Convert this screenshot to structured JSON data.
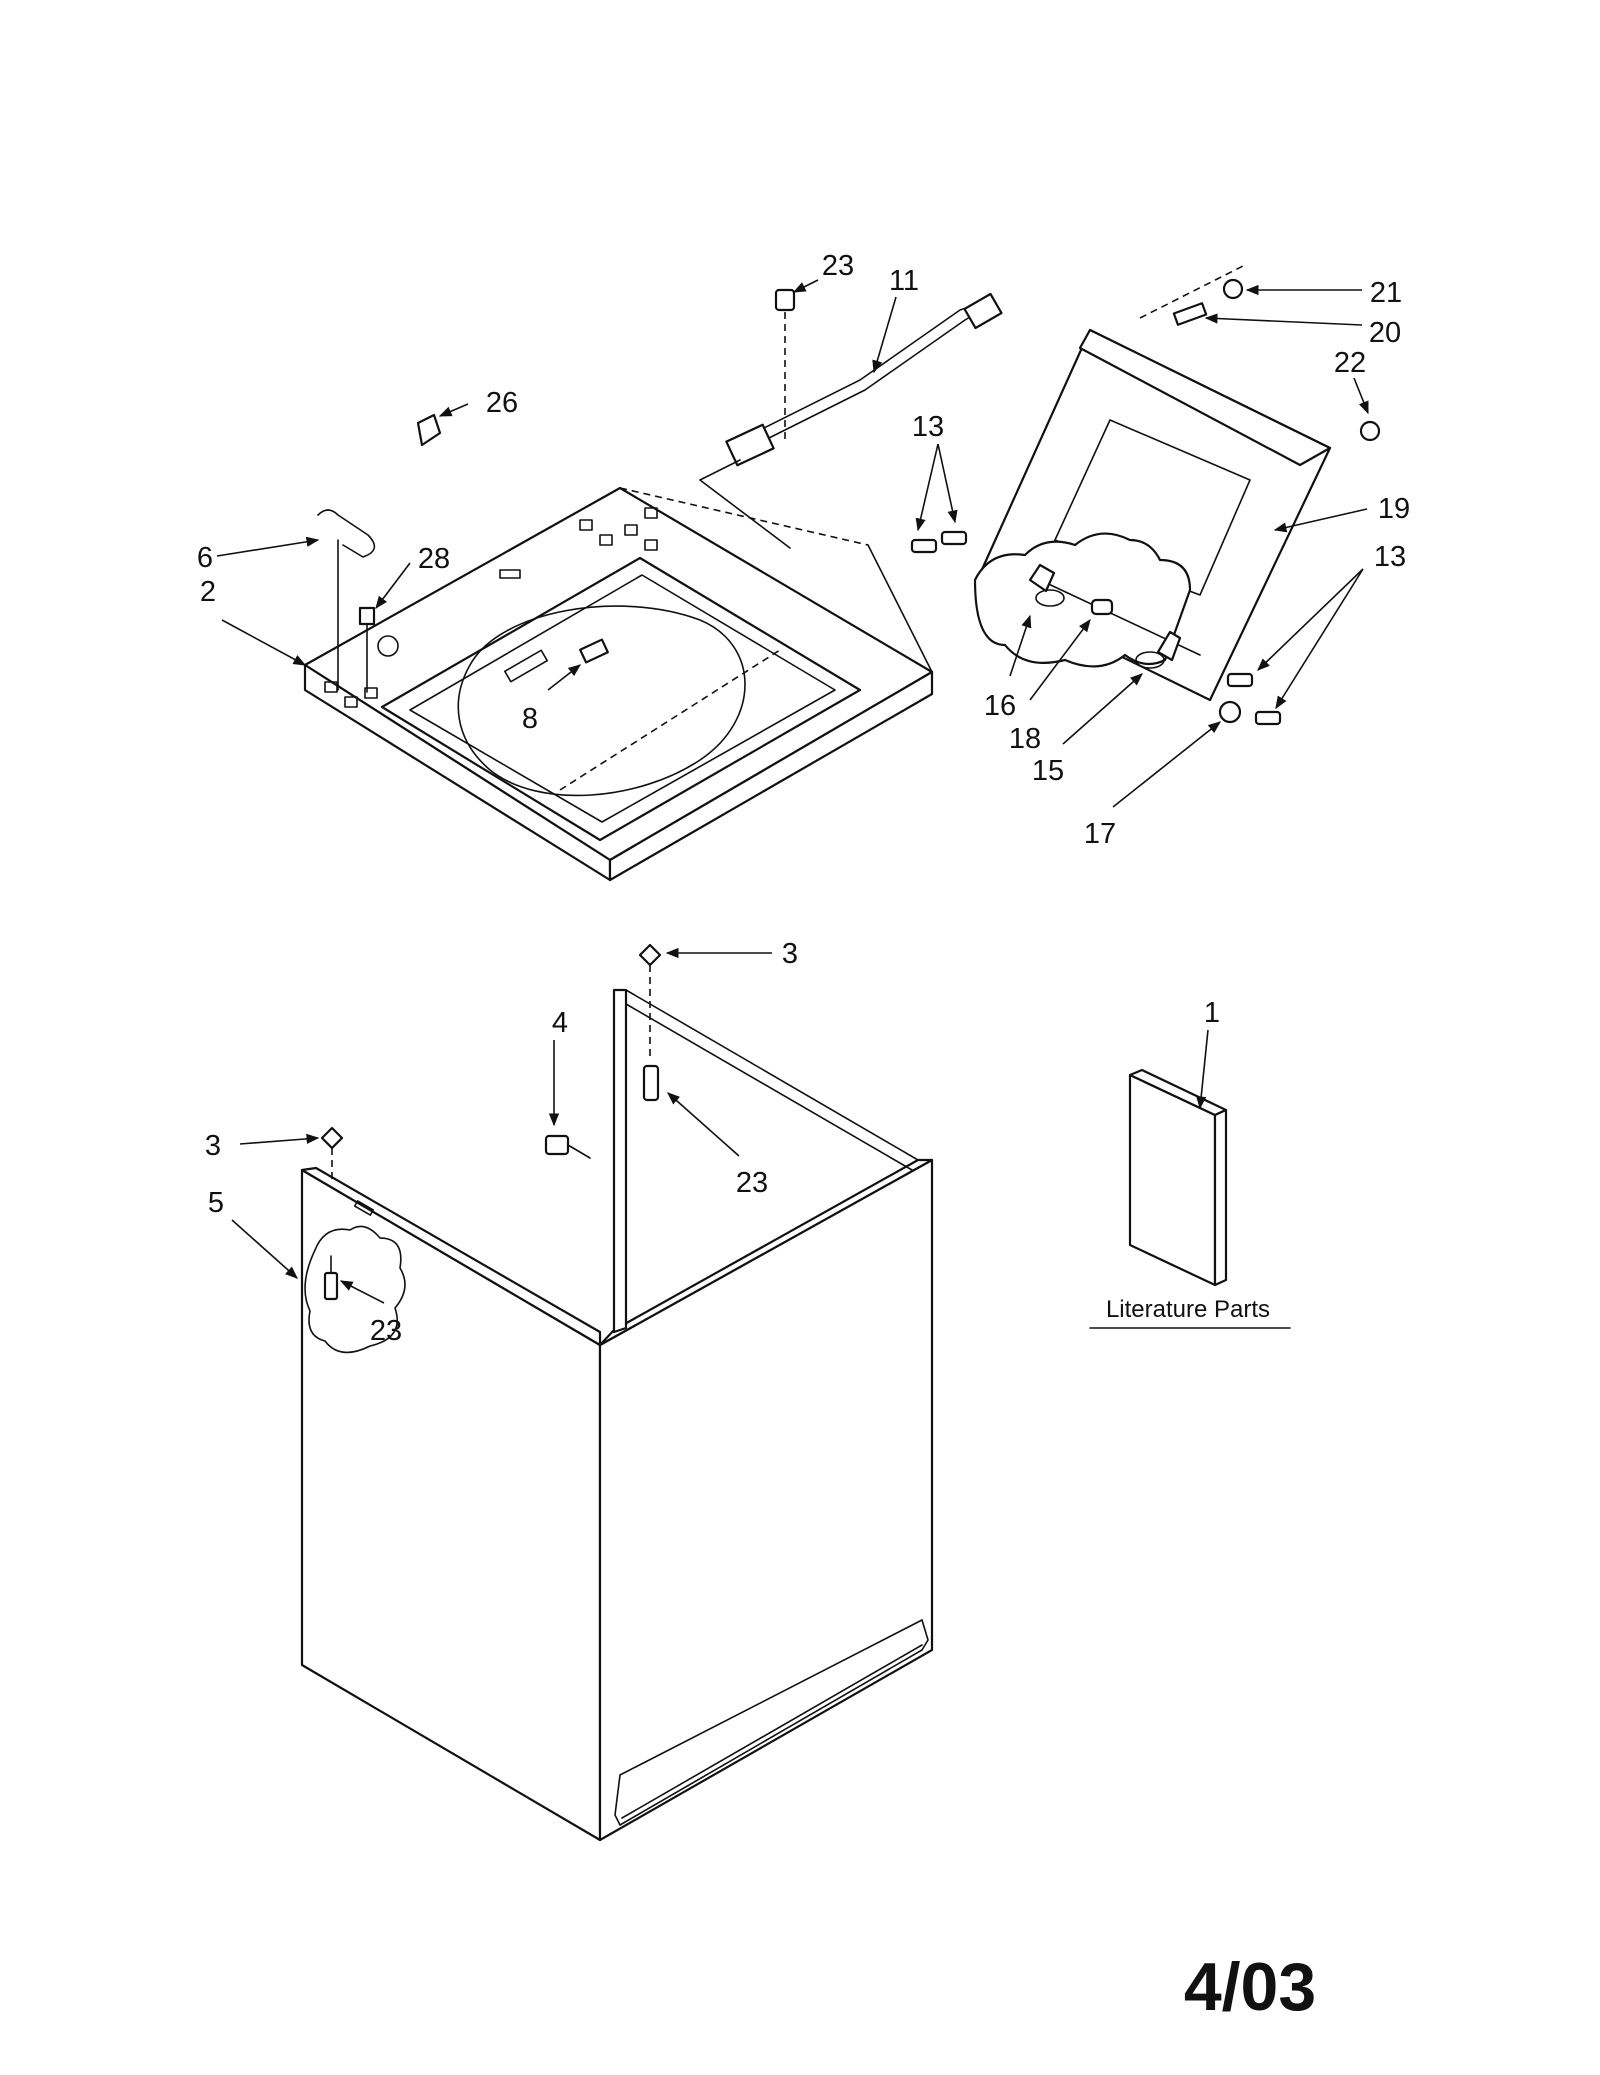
{
  "callouts": {
    "c1": "1",
    "c2": "2",
    "c3a": "3",
    "c3b": "3",
    "c4": "4",
    "c5": "5",
    "c6": "6",
    "c8": "8",
    "c11": "11",
    "c13a": "13",
    "c13b": "13",
    "c15": "15",
    "c16": "16",
    "c17": "17",
    "c18": "18",
    "c19": "19",
    "c20": "20",
    "c21": "21",
    "c22": "22",
    "c23a": "23",
    "c23b": "23",
    "c23c": "23",
    "c26": "26",
    "c28": "28"
  },
  "literature_label": "Literature Parts",
  "revision_date": "4/03"
}
